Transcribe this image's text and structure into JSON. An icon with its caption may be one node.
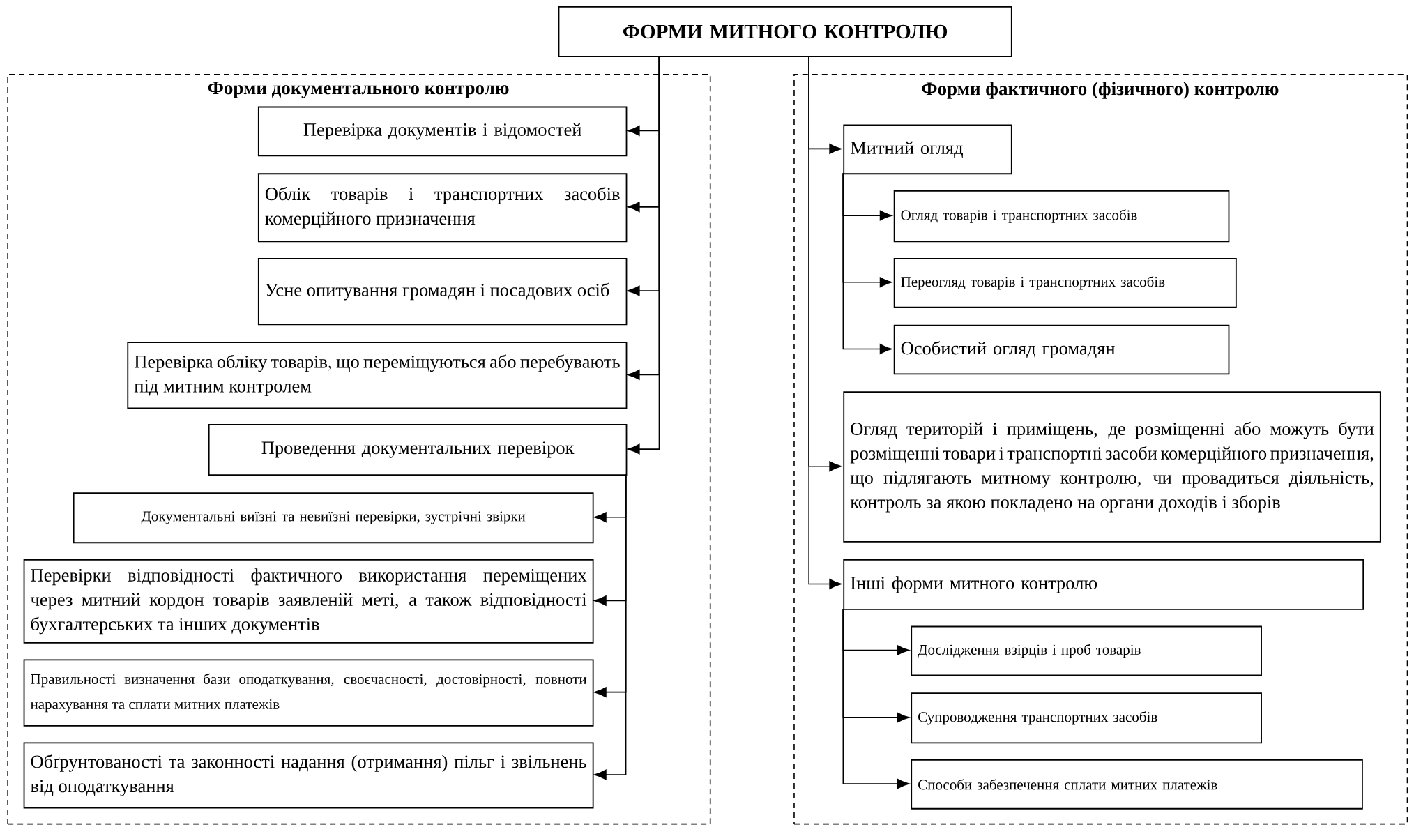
{
  "diagram": {
    "nodes": [
      {
        "text": [
          "ФОРМИ МИТНОГО КОНТРОЛЮ"
        ]
      },
      {
        "text": [
          "Форми документального контролю"
        ]
      },
      {
        "text": [
          "Форми фактичного (фізичного) контролю"
        ]
      },
      {
        "text": [
          "Перевірка документів і відомостей"
        ],
        "in": 1
      },
      {
        "text": [
          "Облік товарів і транспортних засобів комерційного призначення"
        ],
        "in": 1
      },
      {
        "text": [
          "Усне опитування громадян і посадових осіб"
        ],
        "in": 1
      },
      {
        "text": [
          "Перевірка обліку товарів, що переміщуються або перебувають під митним контролем"
        ],
        "in": 1
      },
      {
        "text": [
          "Проведення документальних перевірок"
        ],
        "in": 1
      },
      {
        "text": [
          "Документальні виїзні та невиїзні перевірки, зустрічні звірки"
        ],
        "in": 1
      },
      {
        "text": [
          "Перевірки відповідності фактичного використання переміщених через митний кордон товарів заявленій меті, а також відповідності бухгалтерських та інших документів"
        ],
        "in": 1
      },
      {
        "text": [
          "Правильності визначення бази оподаткування, своєчасності, достовірності, повноти нарахування та сплати митних платежів"
        ],
        "in": 1
      },
      {
        "text": [
          "Обґрунтованості та законності надання (отримання) пільг і звільнень від оподаткування"
        ],
        "in": 1
      },
      {
        "text": [
          "Митний огляд"
        ],
        "in": 2
      },
      {
        "text": [
          "Огляд товарів і транспортних засобів"
        ],
        "in": 2
      },
      {
        "text": [
          "Переогляд товарів і транспортних засобів"
        ],
        "in": 2
      },
      {
        "text": [
          "Особистий огляд громадян"
        ],
        "in": 2
      },
      {
        "text": [
          "Огляд територій і приміщень, де розміщенні або можуть бути розміщенні товари і транспортні засоби комерційного призначення, що підлягають митному контролю, чи провадиться діяльність, контроль за якою покладено на органи доходів і зборів"
        ],
        "in": 2
      },
      {
        "text": [
          "Інші форми митного контролю"
        ],
        "in": 2
      },
      {
        "text": [
          "Дослідження взірців і проб товарів"
        ],
        "in": 2
      },
      {
        "text": [
          "Супроводження транспортних засобів"
        ],
        "in": 2
      },
      {
        "text": [
          "Способи забезпечення сплати митних платежів"
        ],
        "in": 2
      }
    ],
    "edges": [
      {
        "from": 0,
        "to": 3,
        "arrow": "to"
      },
      {
        "from": 0,
        "to": 4,
        "arrow": "to"
      },
      {
        "from": 0,
        "to": 5,
        "arrow": "to"
      },
      {
        "from": 0,
        "to": 6,
        "arrow": "to"
      },
      {
        "from": 0,
        "to": 7,
        "arrow": "to"
      },
      {
        "from": 7,
        "to": 8,
        "arrow": "to"
      },
      {
        "from": 7,
        "to": 9,
        "arrow": "to"
      },
      {
        "from": 7,
        "to": 10,
        "arrow": "to"
      },
      {
        "from": 7,
        "to": 11,
        "arrow": "to"
      },
      {
        "from": 0,
        "to": 12,
        "arrow": "to"
      },
      {
        "from": 0,
        "to": 16,
        "arrow": "to"
      },
      {
        "from": 0,
        "to": 17,
        "arrow": "to"
      },
      {
        "from": 12,
        "to": 13,
        "arrow": "to"
      },
      {
        "from": 12,
        "to": 14,
        "arrow": "to"
      },
      {
        "from": 12,
        "to": 15,
        "arrow": "to"
      },
      {
        "from": 17,
        "to": 18,
        "arrow": "to"
      },
      {
        "from": 17,
        "to": 19,
        "arrow": "to"
      },
      {
        "from": 17,
        "to": 20,
        "arrow": "to"
      }
    ]
  }
}
